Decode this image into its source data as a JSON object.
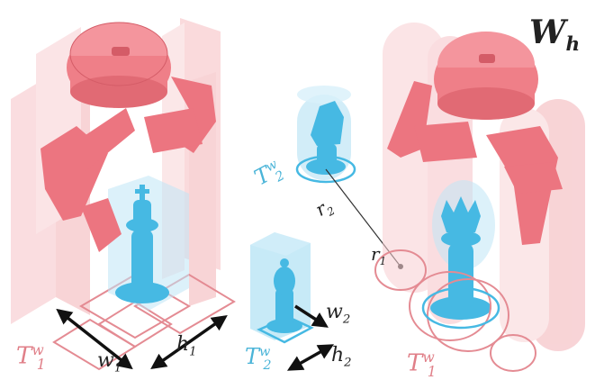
{
  "labels": {
    "world": "W",
    "world_sub": "h",
    "t1_left_main": "T",
    "t1_left_sub": "1",
    "t1_left_sup": "w",
    "t1_right_main": "T",
    "t1_right_sub": "1",
    "t1_right_sup": "w",
    "t2_top_main": "T",
    "t2_top_sub": "2",
    "t2_top_sup": "w",
    "t2_bottom_main": "T",
    "t2_bottom_sub": "2",
    "t2_bottom_sup": "w",
    "w1_main": "w",
    "w1_sub": "1",
    "h1_main": "h",
    "h1_sub": "1",
    "w2_main": "w",
    "w2_sub": "2",
    "h2_main": "h",
    "h2_sub": "2",
    "r1_main": "r",
    "r1_sub": "1",
    "r2_main": "r",
    "r2_sub": "2"
  },
  "colors": {
    "robot": "#ef7f88",
    "robot_dark": "#c9555f",
    "region_red": "#f4a6ac",
    "piece_blue": "#46b9e3",
    "region_blue": "#a9dff3",
    "arrow": "#111111"
  }
}
